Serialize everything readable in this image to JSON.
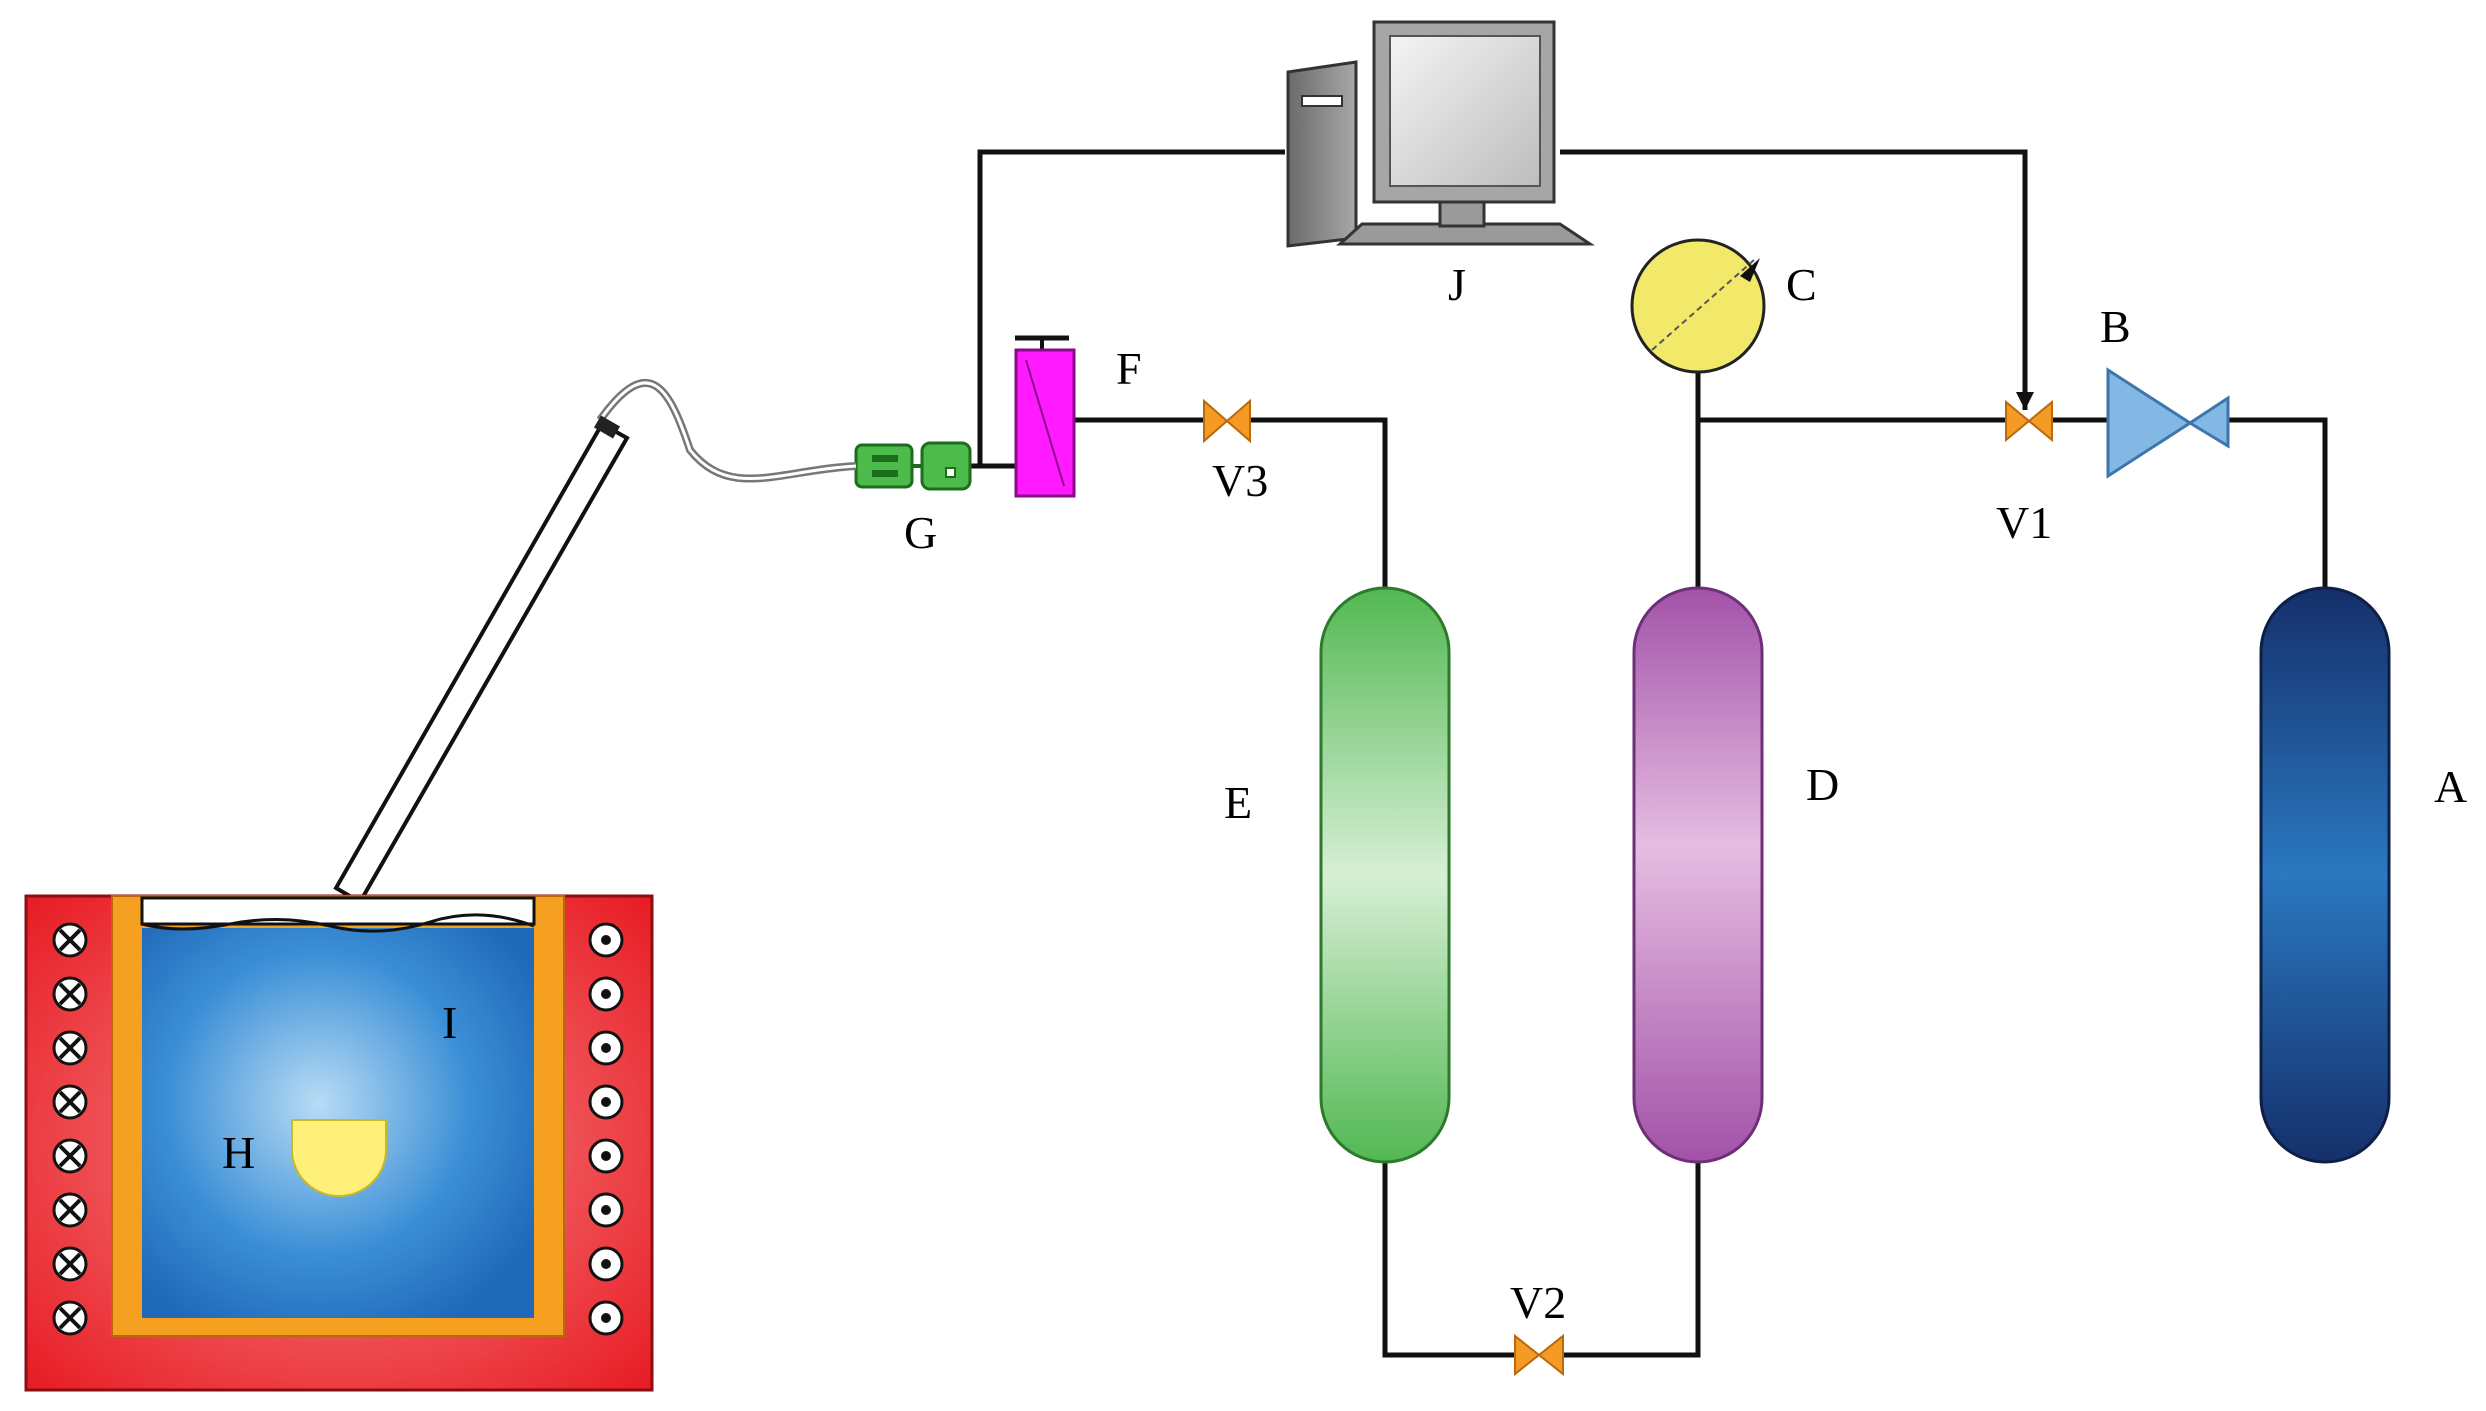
{
  "labels": {
    "A": "A",
    "B": "B",
    "C": "C",
    "D": "D",
    "E": "E",
    "F": "F",
    "G": "G",
    "H": "H",
    "I": "I",
    "J": "J",
    "V1": "V1",
    "V2": "V2",
    "V3": "V3"
  },
  "colors": {
    "cylinder_a": "#1e4f9c",
    "cylinder_d": "#b26bb8",
    "cylinder_e": "#5cbf5c",
    "regulator_b": "#7fb3e0",
    "valve": "#f0901e",
    "filter_f": "#ff00ff",
    "connector_g": "#4cbb4c",
    "gauge_c": "#f2e96a",
    "furnace": "#e8202a",
    "crucible_wall": "#f5a020",
    "melt": "#2a7bc8",
    "sample_h": "#ffee66"
  }
}
